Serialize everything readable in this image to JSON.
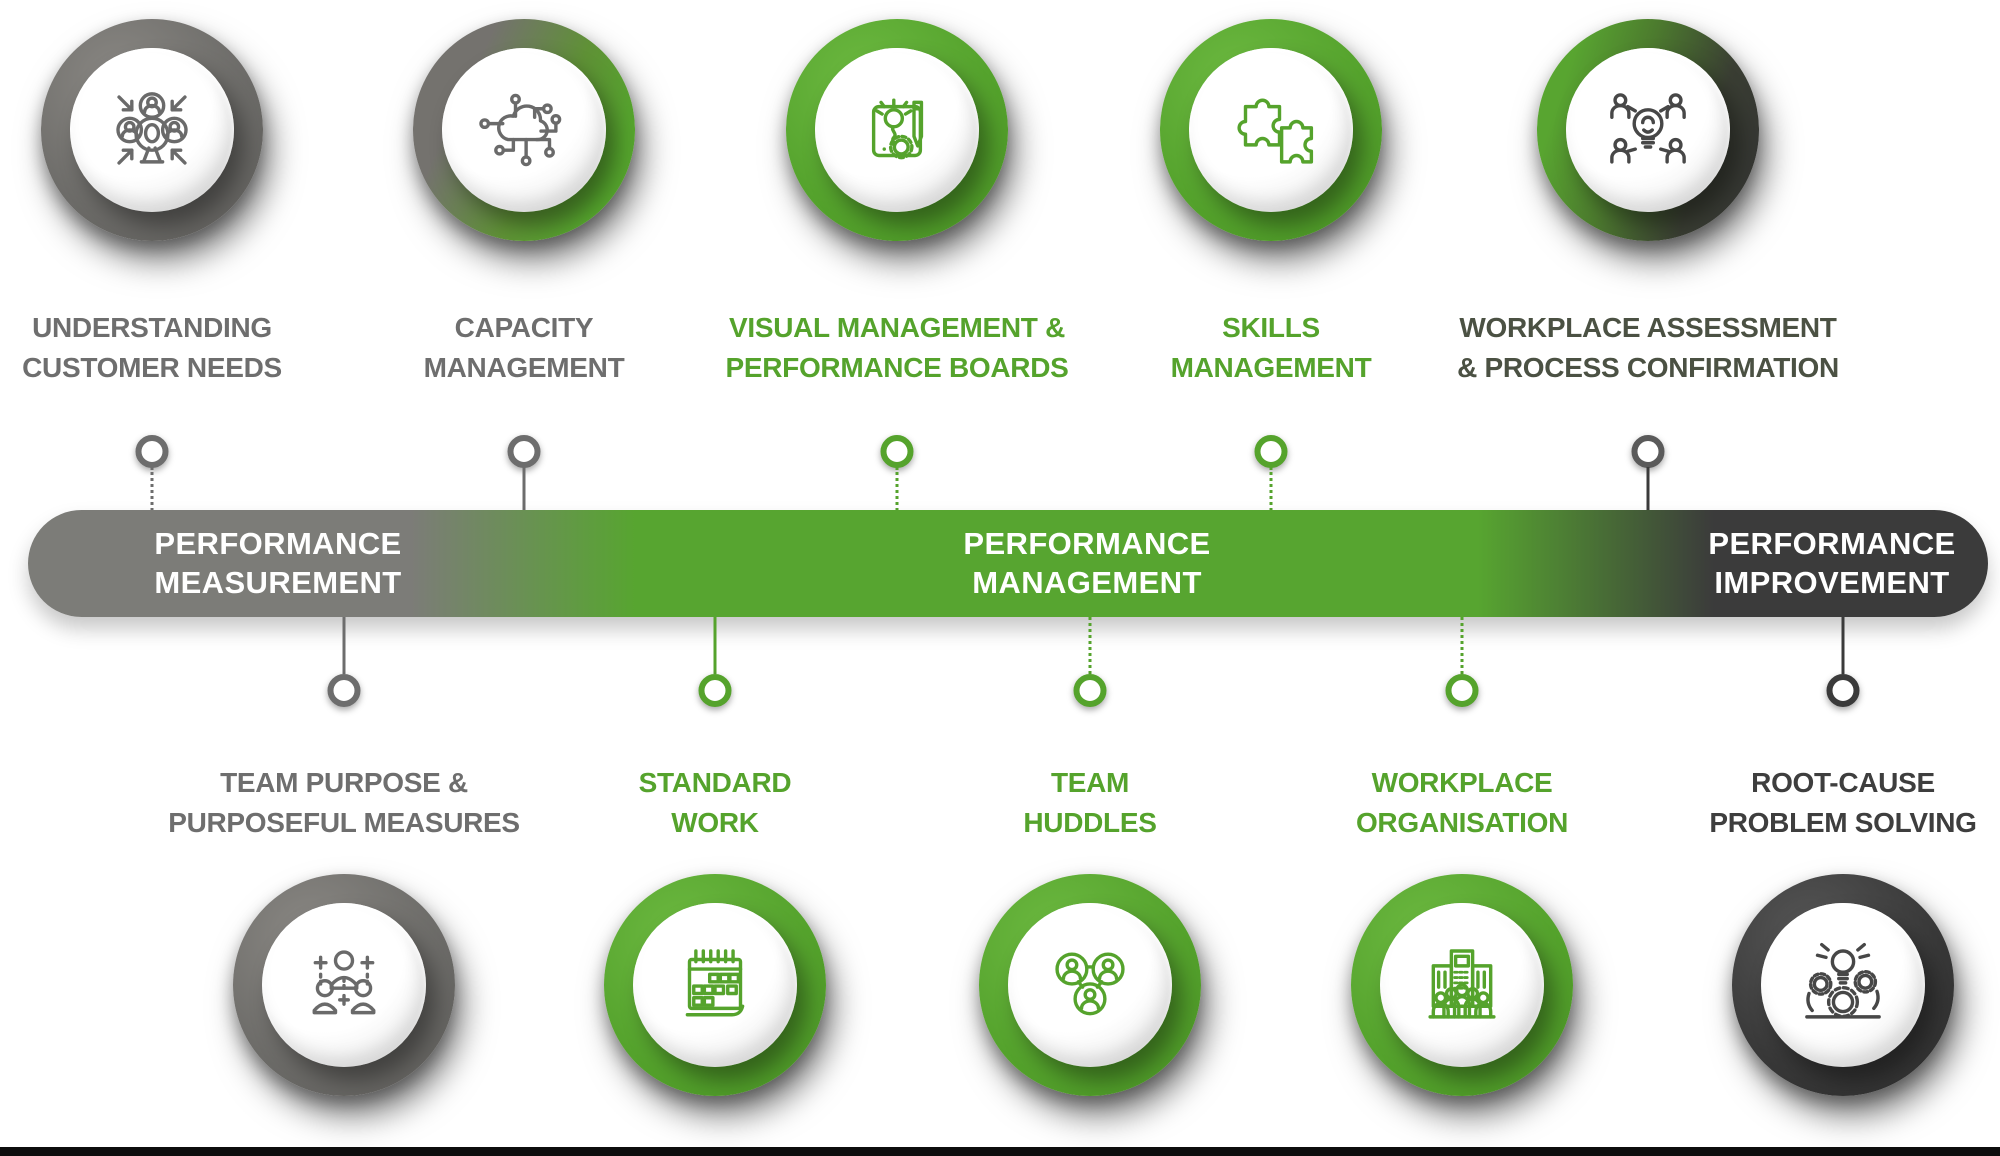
{
  "bar": {
    "sections": [
      {
        "line1": "PERFORMANCE",
        "line2": "MEASUREMENT",
        "color": "#7c7c78"
      },
      {
        "line1": "PERFORMANCE",
        "line2": "MANAGEMENT",
        "color": "#57a530"
      },
      {
        "line1": "PERFORMANCE",
        "line2": "IMPROVEMENT",
        "color": "#3b3b3b"
      }
    ]
  },
  "top_items": [
    {
      "line1": "UNDERSTANDING",
      "line2": "CUSTOMER NEEDS",
      "icon": "people-focus-icon",
      "theme": "gray"
    },
    {
      "line1": "CAPACITY",
      "line2": "MANAGEMENT",
      "icon": "cloud-network-icon",
      "theme": "gray-to-green"
    },
    {
      "line1": "VISUAL MANAGEMENT &",
      "line2": "PERFORMANCE BOARDS",
      "icon": "idea-board-icon",
      "theme": "green"
    },
    {
      "line1": "SKILLS",
      "line2": "MANAGEMENT",
      "icon": "puzzle-icon",
      "theme": "green"
    },
    {
      "line1": "WORKPLACE ASSESSMENT",
      "line2": "& PROCESS CONFIRMATION",
      "icon": "team-idea-icon",
      "theme": "green-to-dark"
    }
  ],
  "bottom_items": [
    {
      "line1": "TEAM PURPOSE &",
      "line2": "PURPOSEFUL MEASURES",
      "icon": "team-purpose-icon",
      "theme": "gray"
    },
    {
      "line1": "STANDARD",
      "line2": "WORK",
      "icon": "calendar-icon",
      "theme": "green"
    },
    {
      "line1": "TEAM",
      "line2": "HUDDLES",
      "icon": "huddle-icon",
      "theme": "green"
    },
    {
      "line1": "WORKPLACE",
      "line2": "ORGANISATION",
      "icon": "org-boards-icon",
      "theme": "green"
    },
    {
      "line1": "ROOT-CAUSE",
      "line2": "PROBLEM SOLVING",
      "icon": "root-cause-icon",
      "theme": "dark"
    }
  ],
  "colors": {
    "green": "#57a530",
    "gray": "#7c7c78",
    "dark": "#3b3b3b",
    "label_gray": "#6e6e6e",
    "label_green": "#55a32c",
    "label_olive": "#4b5143",
    "label_dark": "#3e3e3e"
  }
}
